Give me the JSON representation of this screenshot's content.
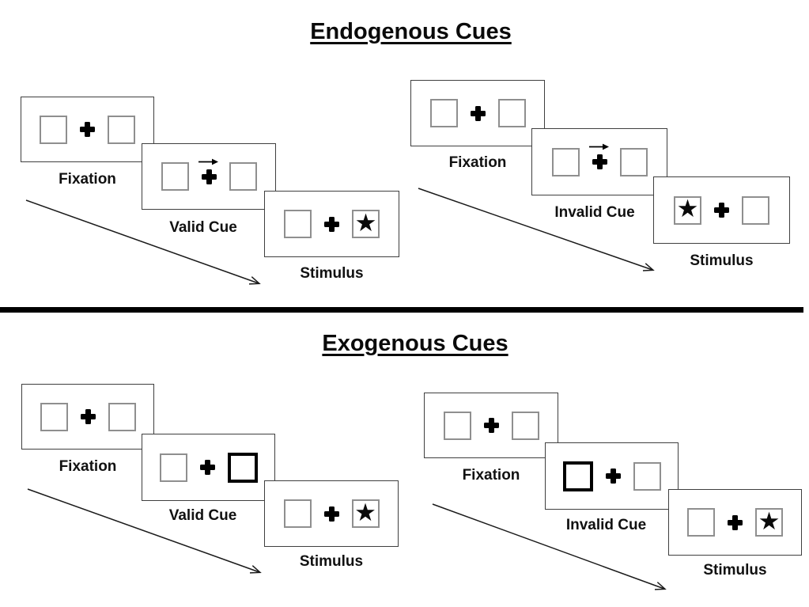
{
  "colors": {
    "ink": "#000000",
    "panel_border": "#3f3f3f",
    "placeholder_box_border": "#8f8f8f"
  },
  "glyphs": {
    "star": "★"
  },
  "sections": {
    "endogenous": {
      "title": "Endogenous Cues",
      "valid": {
        "fixation": "Fixation",
        "cue": "Valid Cue",
        "stimulus": "Stimulus"
      },
      "invalid": {
        "fixation": "Fixation",
        "cue": "Invalid Cue",
        "stimulus": "Stimulus"
      }
    },
    "exogenous": {
      "title": "Exogenous Cues",
      "valid": {
        "fixation": "Fixation",
        "cue": "Valid Cue",
        "stimulus": "Stimulus"
      },
      "invalid": {
        "fixation": "Fixation",
        "cue": "Invalid Cue",
        "stimulus": "Stimulus"
      }
    }
  }
}
